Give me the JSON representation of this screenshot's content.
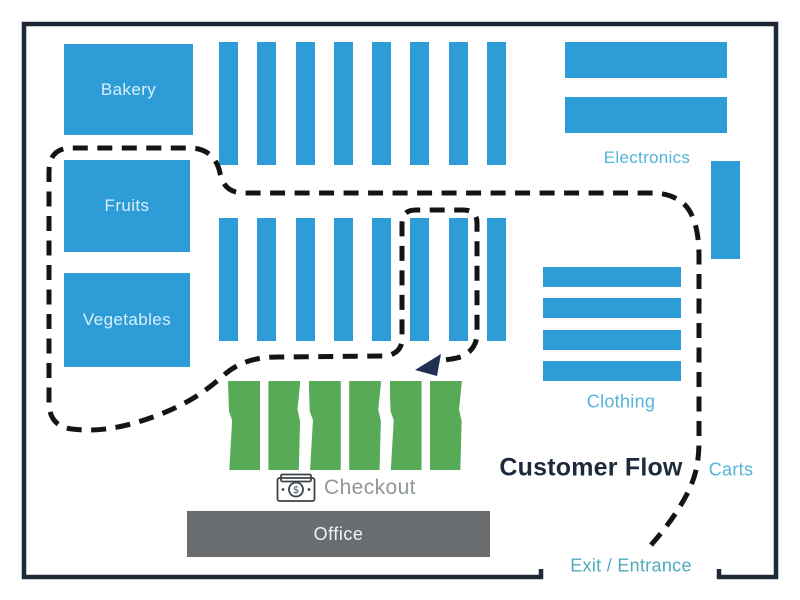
{
  "store_map": {
    "departments": {
      "bakery": {
        "label": "Bakery"
      },
      "fruits": {
        "label": "Fruits"
      },
      "vegetables": {
        "label": "Vegetables"
      },
      "electronics": {
        "label": "Electronics"
      },
      "clothing": {
        "label": "Clothing"
      },
      "carts": {
        "label": "Carts"
      },
      "checkout": {
        "label": "Checkout"
      },
      "office": {
        "label": "Office"
      }
    },
    "flow": {
      "title": "Customer Flow",
      "exit_entrance_label": "Exit / Entrance"
    },
    "fixtures": {
      "aisle_count_top": 8,
      "aisle_count_middle": 8,
      "electronics_shelves": 2,
      "clothing_racks": 4,
      "checkout_lanes": 6,
      "cart_bays": 1
    },
    "icons": {
      "checkout_icon": "money-bill-icon",
      "flow_arrow_icon": "arrow-down-left-icon"
    },
    "colors": {
      "fixture_blue": "#2E9DD7",
      "checkout_green": "#58AB56",
      "office_gray": "#6A6D70",
      "wall_navy": "#1E2836",
      "flow_line_black": "#141414",
      "arrow_navy": "#203052",
      "label_blue": "#55B4DB",
      "exit_teal": "#4FA9BD",
      "flow_text_navy": "#1E2A3C",
      "checkout_label_gray": "#8F979B",
      "box_text_light": "#D8EFFC"
    }
  }
}
